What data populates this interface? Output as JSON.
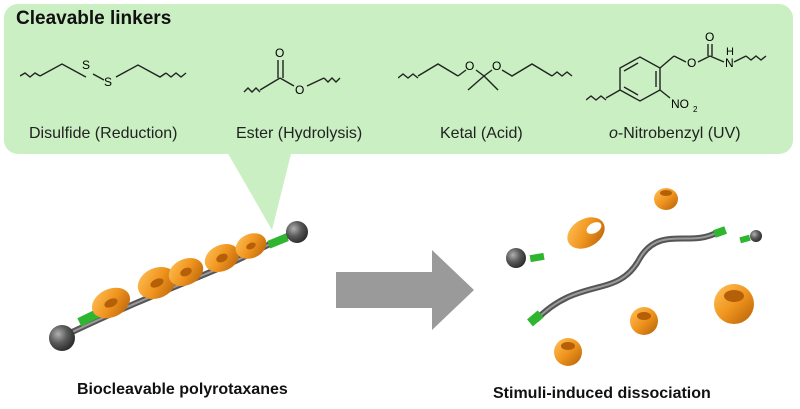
{
  "panel": {
    "title": "Cleavable linkers",
    "linkers": [
      {
        "label": "Disulfide (Reduction)",
        "atoms": [
          "S",
          "S"
        ]
      },
      {
        "label": "Ester (Hydrolysis)",
        "atoms": [
          "O",
          "O"
        ]
      },
      {
        "label": "Ketal (Acid)",
        "atoms": [
          "O",
          "O"
        ]
      },
      {
        "label_prefix": "o",
        "label_rest": "-Nitrobenzyl (UV)",
        "atoms": [
          "O",
          "O",
          "N",
          "H",
          "NO",
          "2"
        ]
      }
    ]
  },
  "left_caption": "Biocleavable polyrotaxanes",
  "right_caption": "Stimuli-induced dissociation",
  "colors": {
    "panel": "#c9efc2",
    "ring": "#f0951f",
    "ring_dark": "#b55f08",
    "axle": "#6c6c6c",
    "stopper": "#4a4a4a",
    "linker": "#2fb52f",
    "arrow": "#9a9a9a"
  }
}
